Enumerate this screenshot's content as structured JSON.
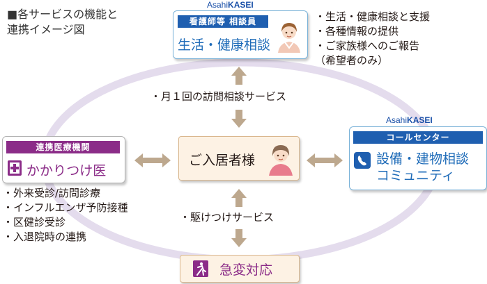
{
  "caption": [
    "■各サービスの機能と",
    "連携イメージ図"
  ],
  "brand": {
    "prefix": "Asahi",
    "suffix": "KASEI"
  },
  "nurse": {
    "ribbon": "看護師等 相談員",
    "title": "生活・健康相談",
    "notes": [
      "・生活・健康相談と支援",
      "・各種情報の提供",
      "・ご家族様へのご報告",
      "（希望者のみ）"
    ]
  },
  "monthly_visit": "・月１回の訪問相談サービス",
  "resident": "ご入居者様",
  "clinic": {
    "ribbon": "連携医療機関",
    "title": "かかりつけ医",
    "notes": [
      "・外来受診/訪問診療",
      "・インフルエンザ予防接種",
      "・区健診受診",
      "・入退院時の連携"
    ]
  },
  "callcenter": {
    "ribbon": "コールセンター",
    "title_lines": [
      "設備・建物相談",
      "コミュニティ"
    ]
  },
  "rush_service": "・駆けつけサービス",
  "emergency": "急変対応",
  "colors": {
    "ring": "#e6dff0",
    "arrow": "#bda88e",
    "nurse_blue": "#1f5fb0",
    "clinic_purple": "#8b2c88",
    "text_blue": "#1e6bb8",
    "text_purple": "#8b2c88",
    "center_bg": "#fdf2e4"
  }
}
